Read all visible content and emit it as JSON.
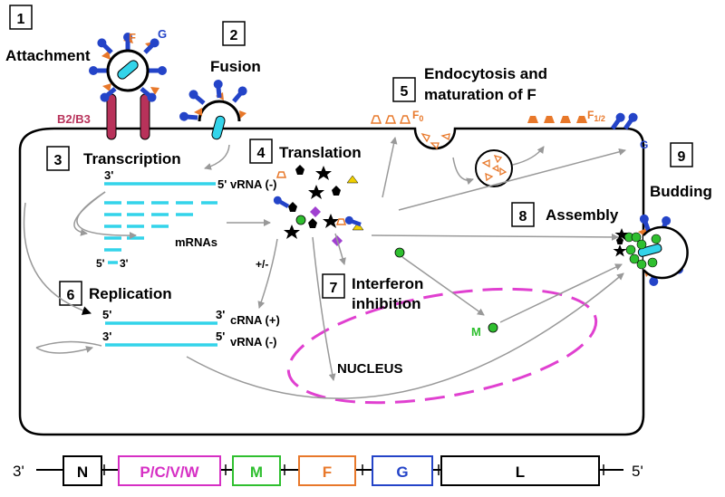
{
  "steps": [
    {
      "num": "1",
      "label": "Attachment"
    },
    {
      "num": "2",
      "label": "Fusion"
    },
    {
      "num": "3",
      "label": "Transcription"
    },
    {
      "num": "4",
      "label": "Translation"
    },
    {
      "num": "5",
      "label_line1": "Endocytosis and",
      "label_line2": "maturation of F"
    },
    {
      "num": "6",
      "label": "Replication"
    },
    {
      "num": "7",
      "label_line1": "Interferon",
      "label_line2": "inhibition"
    },
    {
      "num": "8",
      "label": "Assembly"
    },
    {
      "num": "9",
      "label": "Budding"
    }
  ],
  "labels": {
    "receptor": "B2/B3",
    "f": "F",
    "g": "G",
    "f0": "F",
    "f0_sub": "0",
    "f12": "F",
    "f12_sub": "1/2",
    "g2": "G",
    "m": "M",
    "three_prime": "3'",
    "five_prime": "5'",
    "vrna_neg": "vRNA (-)",
    "crna_pos": "cRNA (+)",
    "mrnas": "mRNAs",
    "plusminus": "+/-",
    "nucleus": "NUCLEUS"
  },
  "genome": {
    "left_end": "3'",
    "right_end": "5'",
    "genes": [
      {
        "name": "N",
        "color": "#000000"
      },
      {
        "name": "P/C/V/W",
        "color": "#d62fc4"
      },
      {
        "name": "M",
        "color": "#2fbf2f"
      },
      {
        "name": "F",
        "color": "#e8782a"
      },
      {
        "name": "G",
        "color": "#2444c8"
      },
      {
        "name": "L",
        "color": "#000000"
      }
    ]
  },
  "colors": {
    "rna": "#33d4ea",
    "f_protein": "#e8782a",
    "g_protein": "#2444c8",
    "receptor": "#b8325a",
    "nucleus": "#e040d0",
    "m_protein": "#2fbf2f",
    "arrow": "#999999"
  }
}
